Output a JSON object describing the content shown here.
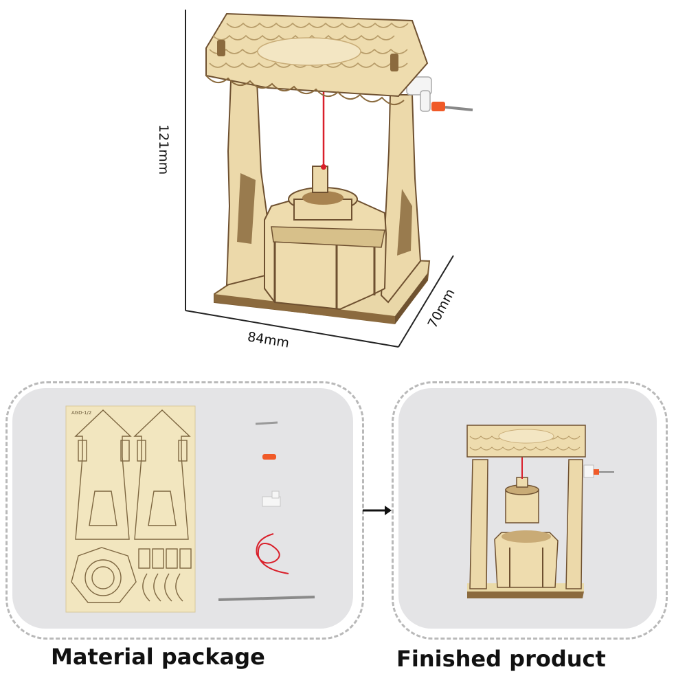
{
  "dimensions": {
    "height": "121mm",
    "width": "84mm",
    "depth": "70mm"
  },
  "sheet_code": "AGD-1/2",
  "captions": {
    "material": "Material package",
    "finished": "Finished product"
  }
}
